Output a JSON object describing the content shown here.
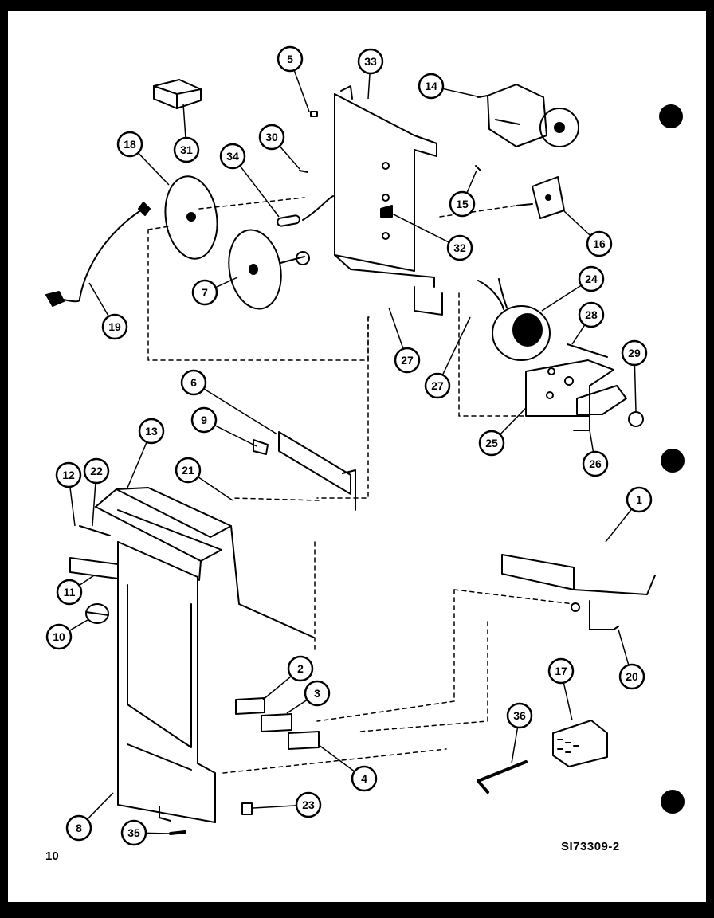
{
  "diagram": {
    "page_number": "10",
    "drawing_id": "SI73309-2",
    "callouts": [
      {
        "id": "c1",
        "label": "1"
      },
      {
        "id": "c2",
        "label": "2"
      },
      {
        "id": "c3",
        "label": "3"
      },
      {
        "id": "c4",
        "label": "4"
      },
      {
        "id": "c5",
        "label": "5"
      },
      {
        "id": "c6",
        "label": "6"
      },
      {
        "id": "c7",
        "label": "7"
      },
      {
        "id": "c8",
        "label": "8"
      },
      {
        "id": "c9",
        "label": "9"
      },
      {
        "id": "c10",
        "label": "10"
      },
      {
        "id": "c11",
        "label": "11"
      },
      {
        "id": "c12",
        "label": "12"
      },
      {
        "id": "c13",
        "label": "13"
      },
      {
        "id": "c14",
        "label": "14"
      },
      {
        "id": "c15",
        "label": "15"
      },
      {
        "id": "c16",
        "label": "16"
      },
      {
        "id": "c17",
        "label": "17"
      },
      {
        "id": "c18",
        "label": "18"
      },
      {
        "id": "c19",
        "label": "19"
      },
      {
        "id": "c20",
        "label": "20"
      },
      {
        "id": "c21",
        "label": "21"
      },
      {
        "id": "c22",
        "label": "22"
      },
      {
        "id": "c23",
        "label": "23"
      },
      {
        "id": "c24",
        "label": "24"
      },
      {
        "id": "c25",
        "label": "25"
      },
      {
        "id": "c26",
        "label": "26"
      },
      {
        "id": "c27a",
        "label": "27"
      },
      {
        "id": "c27b",
        "label": "27"
      },
      {
        "id": "c28",
        "label": "28"
      },
      {
        "id": "c29",
        "label": "29"
      },
      {
        "id": "c30",
        "label": "30"
      },
      {
        "id": "c31",
        "label": "31"
      },
      {
        "id": "c32",
        "label": "32"
      },
      {
        "id": "c33",
        "label": "33"
      },
      {
        "id": "c34",
        "label": "34"
      },
      {
        "id": "c35",
        "label": "35"
      },
      {
        "id": "c36",
        "label": "36"
      }
    ]
  }
}
